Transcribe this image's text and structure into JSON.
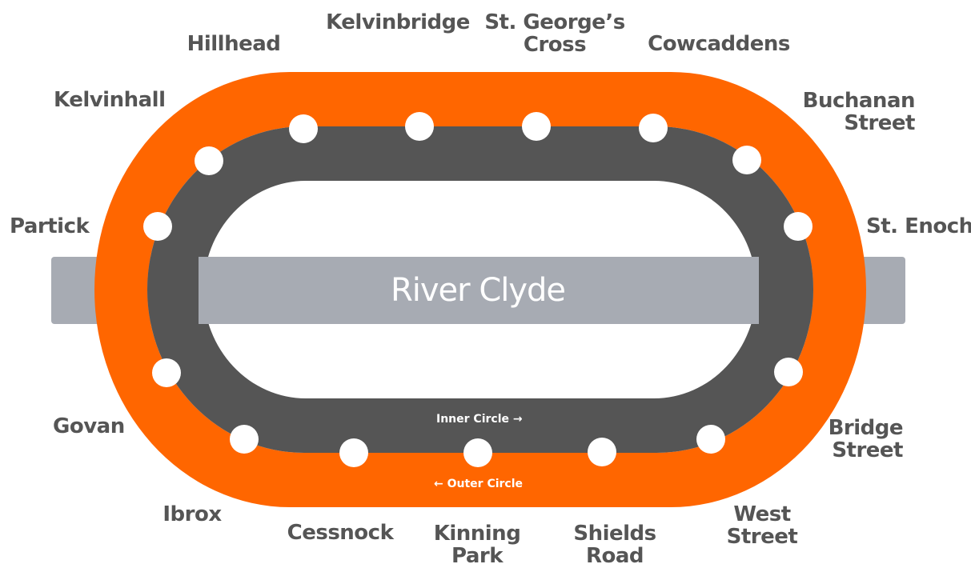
{
  "river": {
    "label": "River Clyde"
  },
  "directions": {
    "inner": {
      "label": "Inner Circle",
      "arrow": "→"
    },
    "outer": {
      "label": "Outer Circle",
      "arrow": "←"
    }
  },
  "colors": {
    "outer_circle": "#ff6600",
    "inner_circle": "#555555",
    "river": "#a7abb3",
    "station_marker": "#ffffff",
    "label_text": "#555555"
  },
  "stations": [
    {
      "id": "kelvinbridge",
      "lines": [
        "Kelvinbridge"
      ]
    },
    {
      "id": "st-georges-cross",
      "lines": [
        "St. George’s",
        "Cross"
      ]
    },
    {
      "id": "cowcaddens",
      "lines": [
        "Cowcaddens"
      ]
    },
    {
      "id": "buchanan-street",
      "lines": [
        "Buchanan",
        "Street"
      ]
    },
    {
      "id": "st-enoch",
      "lines": [
        "St. Enoch"
      ]
    },
    {
      "id": "bridge-street",
      "lines": [
        "Bridge",
        "Street"
      ]
    },
    {
      "id": "west-street",
      "lines": [
        "West",
        "Street"
      ]
    },
    {
      "id": "shields-road",
      "lines": [
        "Shields",
        "Road"
      ]
    },
    {
      "id": "kinning-park",
      "lines": [
        "Kinning",
        "Park"
      ]
    },
    {
      "id": "cessnock",
      "lines": [
        "Cessnock"
      ]
    },
    {
      "id": "ibrox",
      "lines": [
        "Ibrox"
      ]
    },
    {
      "id": "govan",
      "lines": [
        "Govan"
      ]
    },
    {
      "id": "partick",
      "lines": [
        "Partick"
      ]
    },
    {
      "id": "kelvinhall",
      "lines": [
        "Kelvinhall"
      ]
    },
    {
      "id": "hillhead",
      "lines": [
        "Hillhead"
      ]
    }
  ]
}
